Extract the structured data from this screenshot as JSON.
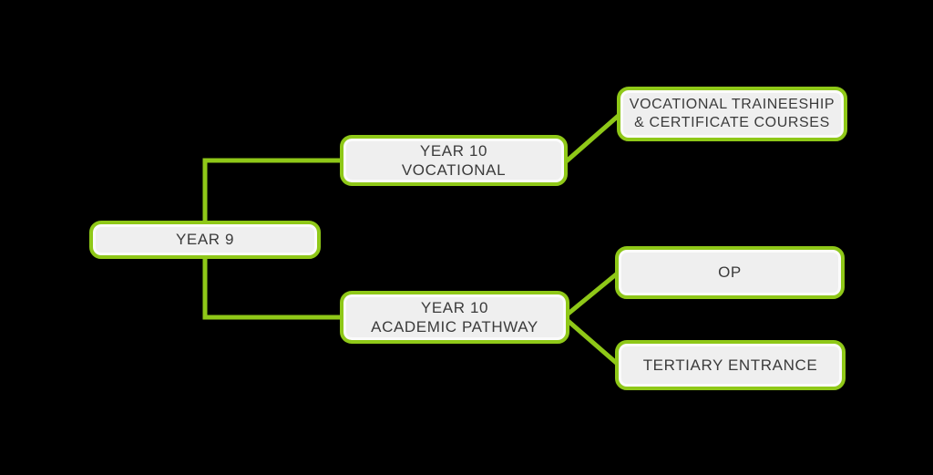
{
  "diagram": {
    "title": "Year 9 to Year 10 pathways flowchart",
    "colors": {
      "background": "#000000",
      "connector_green": "#8FC818",
      "node_border_green": "#8FC818",
      "node_fill_gray": "#EFEFEF",
      "node_inner_rim": "#FBFBFB",
      "text_color": "#3B3B3B"
    },
    "nodes": {
      "year9": {
        "label": "YEAR 9"
      },
      "year10_vocational": {
        "line1": "YEAR 10",
        "line2": "VOCATIONAL"
      },
      "vocational_traineeship": {
        "line1": "VOCATIONAL TRAINEESHIP",
        "line2": "& CERTIFICATE COURSES"
      },
      "year10_academic": {
        "line1": "YEAR 10",
        "line2": "ACADEMIC PATHWAY"
      },
      "op": {
        "label": "OP"
      },
      "tertiary_entrance": {
        "label": "TERTIARY ENTRANCE"
      }
    },
    "edges": [
      {
        "from": "year9",
        "to": "year10_vocational"
      },
      {
        "from": "year9",
        "to": "year10_academic"
      },
      {
        "from": "year10_vocational",
        "to": "vocational_traineeship"
      },
      {
        "from": "year10_academic",
        "to": "op"
      },
      {
        "from": "year10_academic",
        "to": "tertiary_entrance"
      }
    ]
  }
}
